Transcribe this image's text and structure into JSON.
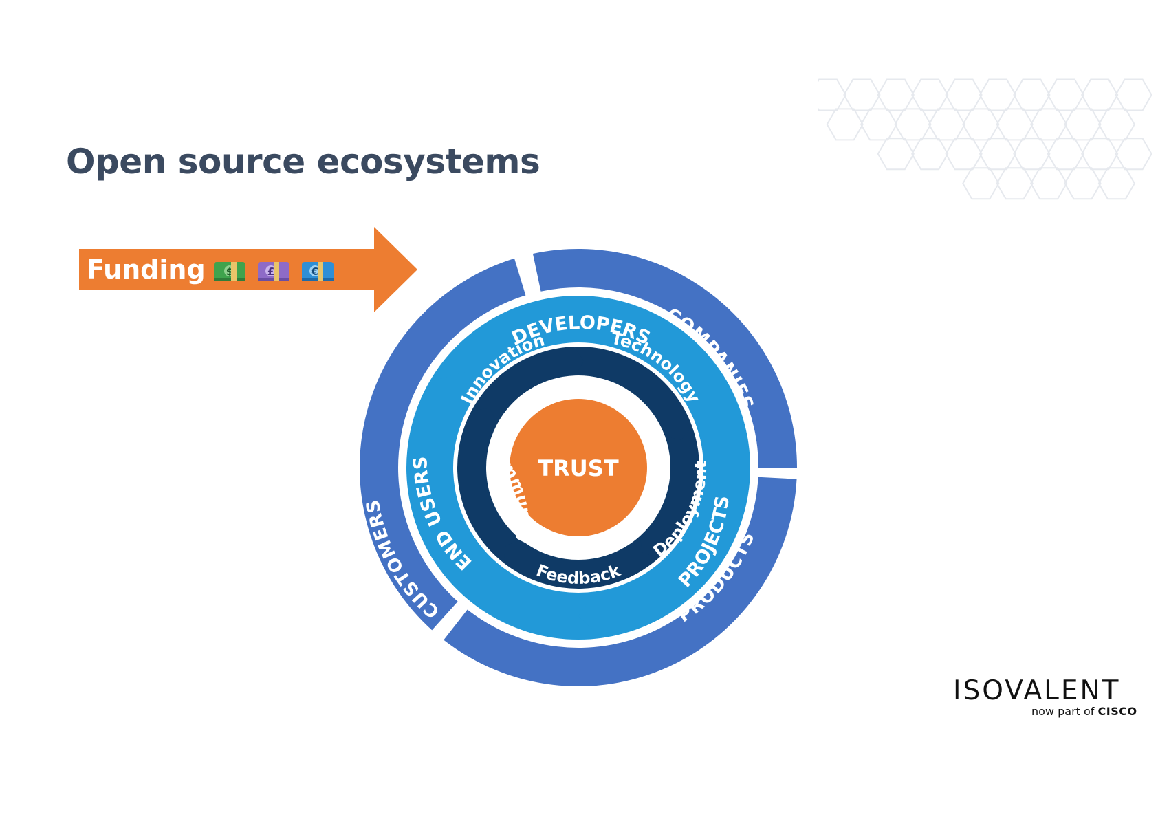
{
  "slide": {
    "title": "Open source ecosystems"
  },
  "funding": {
    "label": "Funding",
    "icons": [
      "dollar-banknote",
      "pound-banknote",
      "euro-banknote"
    ],
    "color": "#ed7d31"
  },
  "diagram": {
    "center": "TRUST",
    "outer_ring": [
      "COMPANIES",
      "PRODUCTS",
      "CUSTOMERS"
    ],
    "middle_ring": [
      "DEVELOPERS",
      "PROJECTS",
      "END USERS"
    ],
    "inner_ring": [
      "Innovation",
      "Technology",
      "Deployment",
      "Feedback",
      "Community"
    ],
    "colors": {
      "outer": "#4472c4",
      "middle": "#2299d8",
      "inner": "#0f3a66",
      "center": "#ed7d31"
    }
  },
  "logo": {
    "brand": "ISOVALENT",
    "subtitle_prefix": "now part of",
    "subtitle_brand": "CISCO"
  }
}
